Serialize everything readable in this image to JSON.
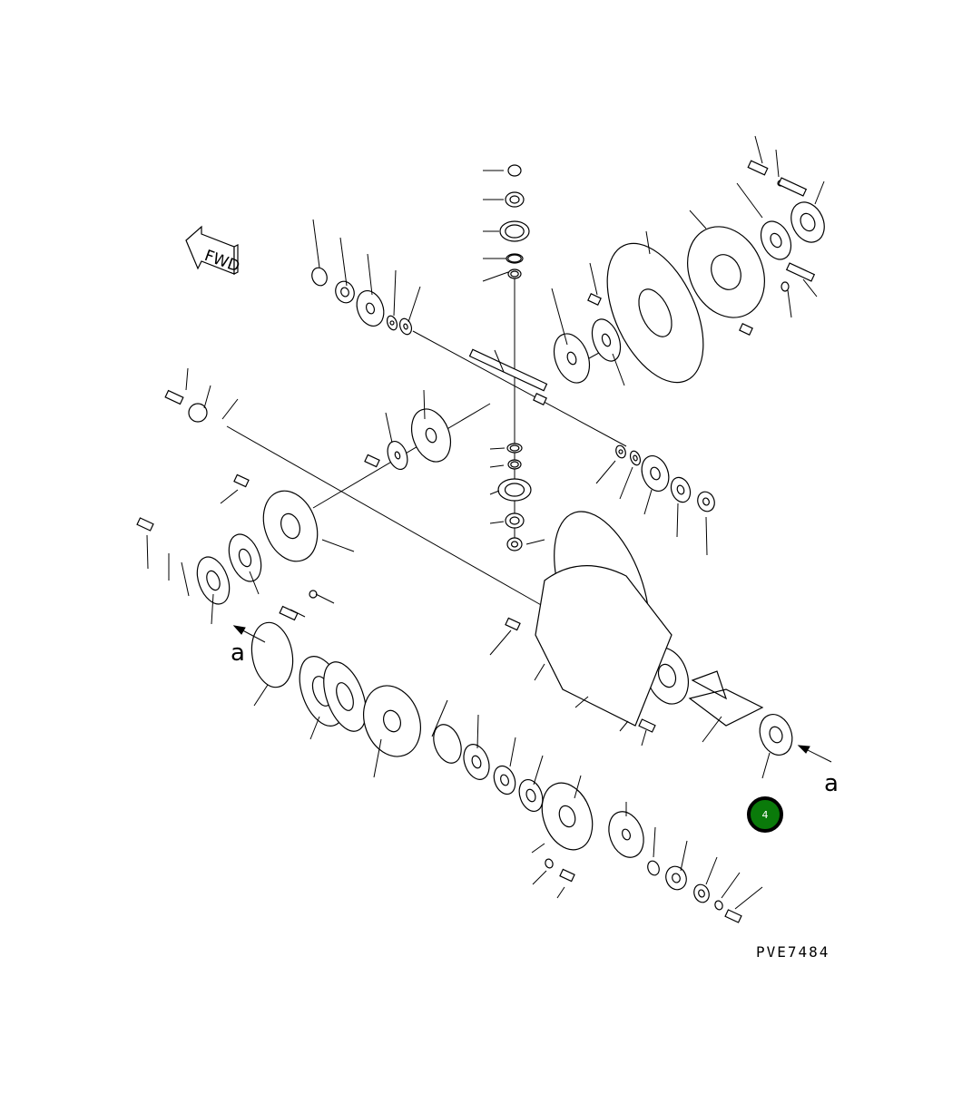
{
  "diagram": {
    "fwd_label": "FWD",
    "view_marker_left": "a",
    "view_marker_right": "a",
    "drawing_code": "PVE7484",
    "page_badge": "4",
    "badge_color": "#0a7a0a"
  }
}
